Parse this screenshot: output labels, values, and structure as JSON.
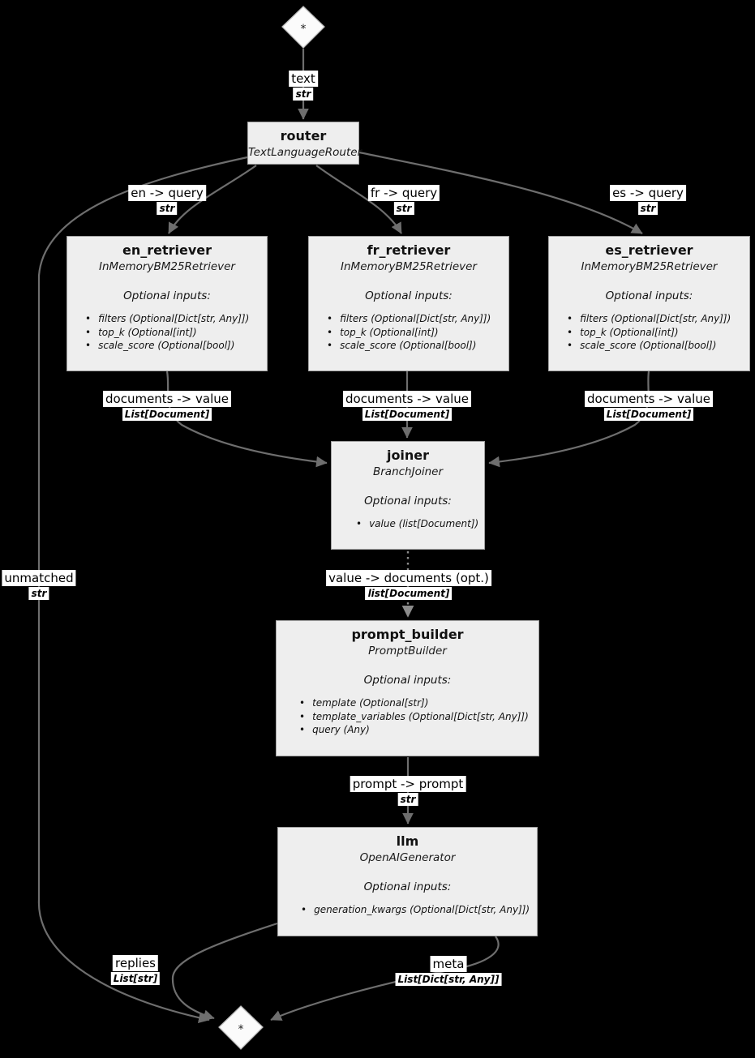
{
  "diagram": {
    "background": "#000000",
    "node_fill": "#eeeeee",
    "node_border": "#a2a2a2",
    "edge_color": "#6e6e6e",
    "dotted_edge_color": "#8c8c8c",
    "label_bg": "#ffffff"
  },
  "terminals": {
    "start": "*",
    "end": "*"
  },
  "nodes": {
    "router": {
      "name": "router",
      "type": "TextLanguageRouter"
    },
    "en_retriever": {
      "name": "en_retriever",
      "type": "InMemoryBM25Retriever",
      "optional_header": "Optional inputs:",
      "inputs": [
        "filters (Optional[Dict[str, Any]])",
        "top_k (Optional[int])",
        "scale_score (Optional[bool])"
      ]
    },
    "fr_retriever": {
      "name": "fr_retriever",
      "type": "InMemoryBM25Retriever",
      "optional_header": "Optional inputs:",
      "inputs": [
        "filters (Optional[Dict[str, Any]])",
        "top_k (Optional[int])",
        "scale_score (Optional[bool])"
      ]
    },
    "es_retriever": {
      "name": "es_retriever",
      "type": "InMemoryBM25Retriever",
      "optional_header": "Optional inputs:",
      "inputs": [
        "filters (Optional[Dict[str, Any]])",
        "top_k (Optional[int])",
        "scale_score (Optional[bool])"
      ]
    },
    "joiner": {
      "name": "joiner",
      "type": "BranchJoiner",
      "optional_header": "Optional inputs:",
      "inputs": [
        "value (list[Document])"
      ]
    },
    "prompt_builder": {
      "name": "prompt_builder",
      "type": "PromptBuilder",
      "optional_header": "Optional inputs:",
      "inputs": [
        "template (Optional[str])",
        "template_variables (Optional[Dict[str, Any]])",
        "query (Any)"
      ]
    },
    "llm": {
      "name": "llm",
      "type": "OpenAIGenerator",
      "optional_header": "Optional inputs:",
      "inputs": [
        "generation_kwargs (Optional[Dict[str, Any]])"
      ]
    }
  },
  "edges": {
    "text": {
      "label": "text",
      "type": "str"
    },
    "en_query": {
      "label": "en -> query",
      "type": "str"
    },
    "fr_query": {
      "label": "fr -> query",
      "type": "str"
    },
    "es_query": {
      "label": "es -> query",
      "type": "str"
    },
    "unmatched": {
      "label": "unmatched",
      "type": "str"
    },
    "en_docs": {
      "label": "documents -> value",
      "type": "List[Document]"
    },
    "fr_docs": {
      "label": "documents -> value",
      "type": "List[Document]"
    },
    "es_docs": {
      "label": "documents -> value",
      "type": "List[Document]"
    },
    "joiner_out": {
      "label": "value -> documents (opt.)",
      "type": "list[Document]"
    },
    "prompt": {
      "label": "prompt -> prompt",
      "type": "str"
    },
    "replies": {
      "label": "replies",
      "type": "List[str]"
    },
    "meta": {
      "label": "meta",
      "type": "List[Dict[str, Any]]"
    }
  }
}
